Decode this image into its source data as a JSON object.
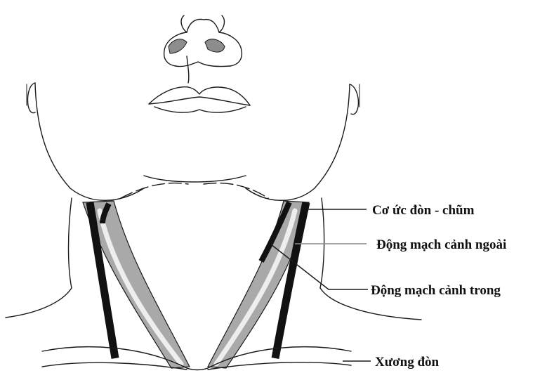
{
  "labels": {
    "scm": "Cơ ức đòn - chũm",
    "external_carotid": "Động mạch cảnh ngoài",
    "internal_carotid": "Động mạch cảnh trong",
    "clavicle": "Xương đòn"
  },
  "colors": {
    "outline": "#1a1a1a",
    "muscle": "#a9a9a9",
    "highlight": "#eeeeee",
    "artery": "#111111",
    "leader_gray": "#8a8a8a"
  }
}
